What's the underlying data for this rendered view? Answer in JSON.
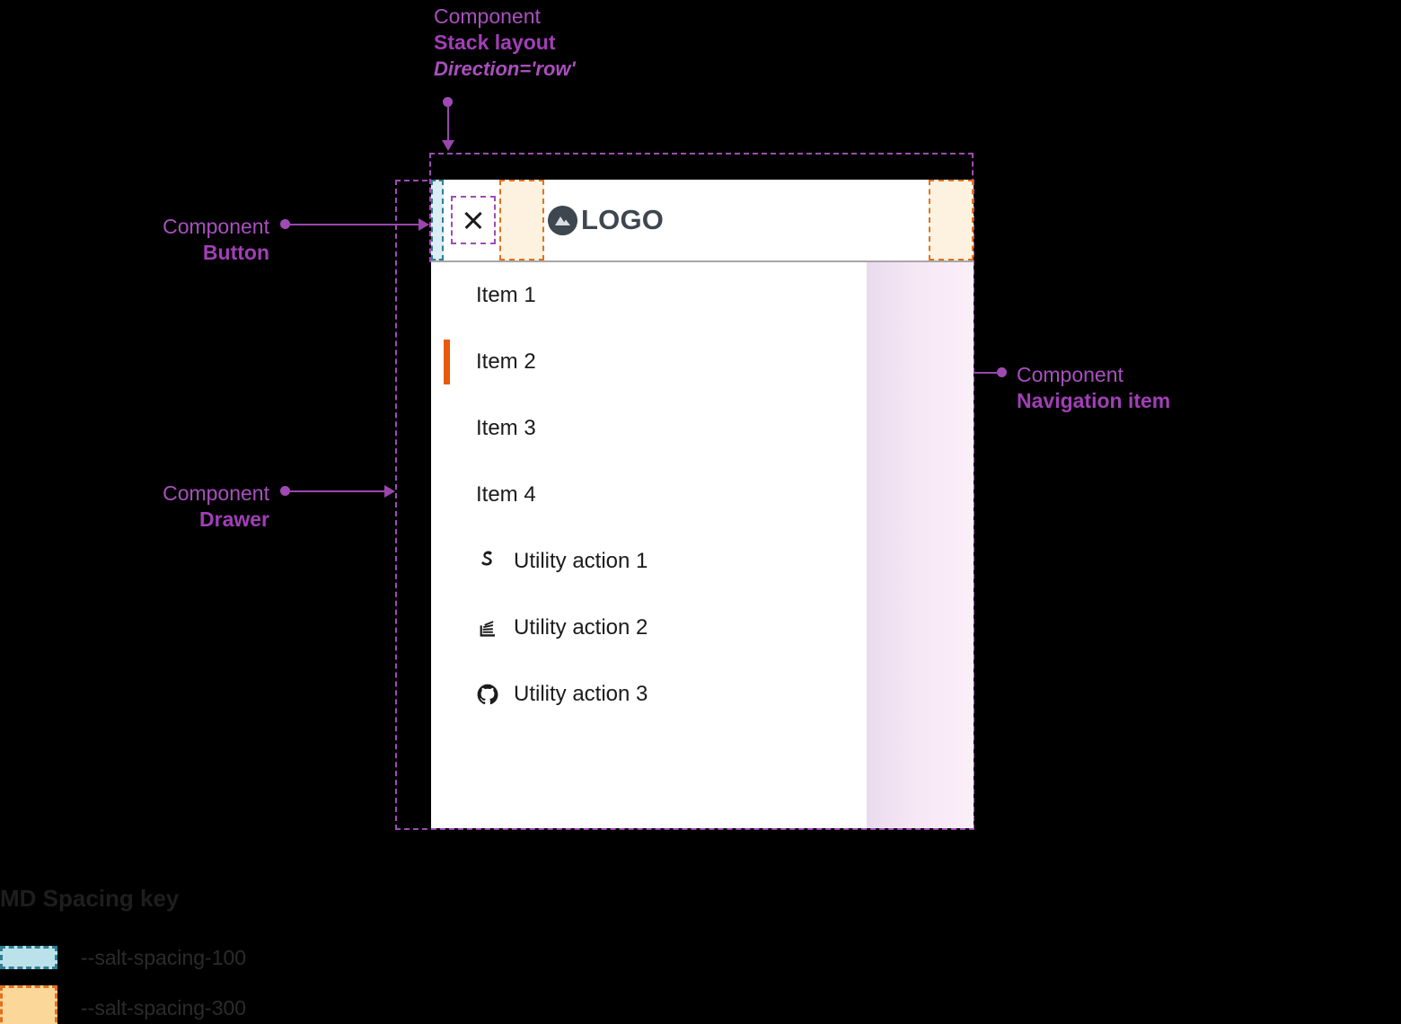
{
  "annotations": {
    "stack_layout": {
      "label": "Component",
      "name": "Stack layout",
      "prop": "Direction='row'"
    },
    "button": {
      "label": "Component",
      "name": "Button"
    },
    "drawer": {
      "label": "Component",
      "name": "Drawer"
    },
    "navigation_item": {
      "label": "Component",
      "name": "Navigation item"
    }
  },
  "drawer": {
    "header": {
      "close_icon": "close-icon",
      "close_label": "Close",
      "brand_icon": "mountain-logo-icon",
      "brand_text": "LOGO"
    },
    "nav_items": [
      {
        "label": "Item 1",
        "active": false
      },
      {
        "label": "Item 2",
        "active": true
      },
      {
        "label": "Item 3",
        "active": false
      },
      {
        "label": "Item 4",
        "active": false
      }
    ],
    "utility_actions": [
      {
        "label": "Utility action 1",
        "icon": "stackoverflow-icon"
      },
      {
        "label": "Utility action 2",
        "icon": "stack-overflow-books-icon"
      },
      {
        "label": "Utility action 3",
        "icon": "github-icon"
      }
    ]
  },
  "spacing_key": {
    "title": "MD Spacing key",
    "rows": [
      {
        "token": "--salt-spacing-100",
        "swatch": "blue"
      },
      {
        "token": "--salt-spacing-300",
        "swatch": "orange"
      }
    ]
  },
  "colors": {
    "annotation_purple": "#A04BB5",
    "active_indicator_orange": "#E8590C",
    "spacing_100_fill": "#DCEEF3",
    "spacing_100_border": "#2F7F93",
    "spacing_300_fill": "#FDF2DF",
    "spacing_300_border": "#E2711D",
    "brand_dark": "#3E4650",
    "highlight_pink": "#F6E7F6"
  }
}
